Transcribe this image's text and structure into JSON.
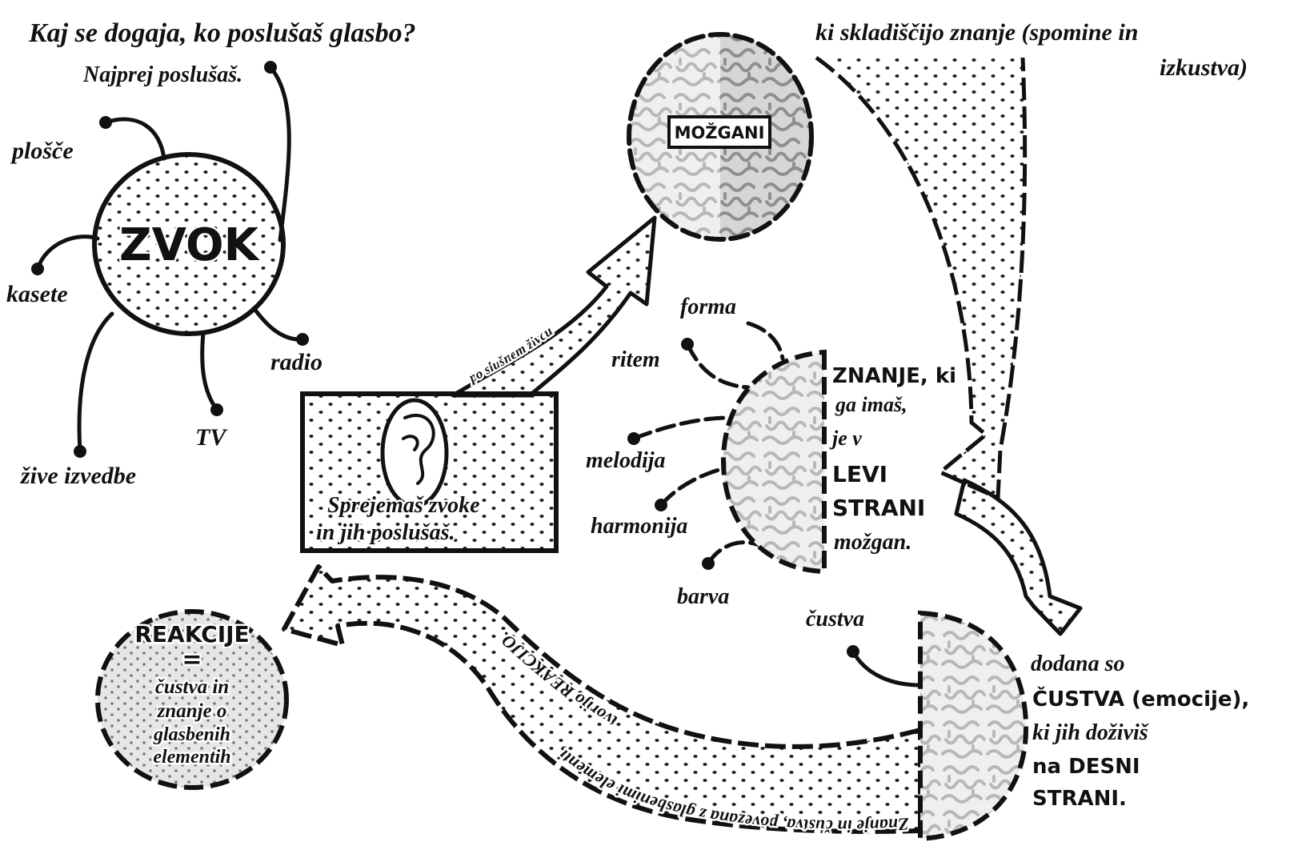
{
  "title": {
    "question": "Kaj se dogaja, ko poslušaš glasbo?",
    "first": "Najprej poslušaš."
  },
  "sound": {
    "label": "ZVOK",
    "sources": [
      "plošče",
      "kasete",
      "radio",
      "TV",
      "žive izvedbe"
    ]
  },
  "perception": {
    "line1": "Sprejemaš zvoke",
    "line2": "in jih poslušaš."
  },
  "nerve_arrow": {
    "label": "po slušnem živcu"
  },
  "brain": {
    "label": "MOŽGANI",
    "caption_line1": "ki skladiščijo znanje (spomine in",
    "caption_line2": "izkustva)"
  },
  "left_hemisphere": {
    "elements": [
      "forma",
      "ritem",
      "melodija",
      "harmonija",
      "barva"
    ],
    "text": [
      "ZNANJE, ki",
      "ga imaš,",
      "je v",
      "LEVI",
      "STRANI",
      "možgan."
    ]
  },
  "right_hemisphere": {
    "element": "čustva",
    "text": [
      "dodana so",
      "ČUSTVA (emocije),",
      "ki jih doživiš",
      "na DESNI",
      "STRANI."
    ]
  },
  "reaction_arrow": {
    "lower": "Znanje in čustva, povezana z glasbenimi elementi,",
    "upper": "tvorijo REAKCIJO."
  },
  "reactions": {
    "title": "REAKCIJE",
    "equals": "=",
    "text": [
      "čustva in",
      "znanje o",
      "glasbenih",
      "elementih"
    ]
  }
}
